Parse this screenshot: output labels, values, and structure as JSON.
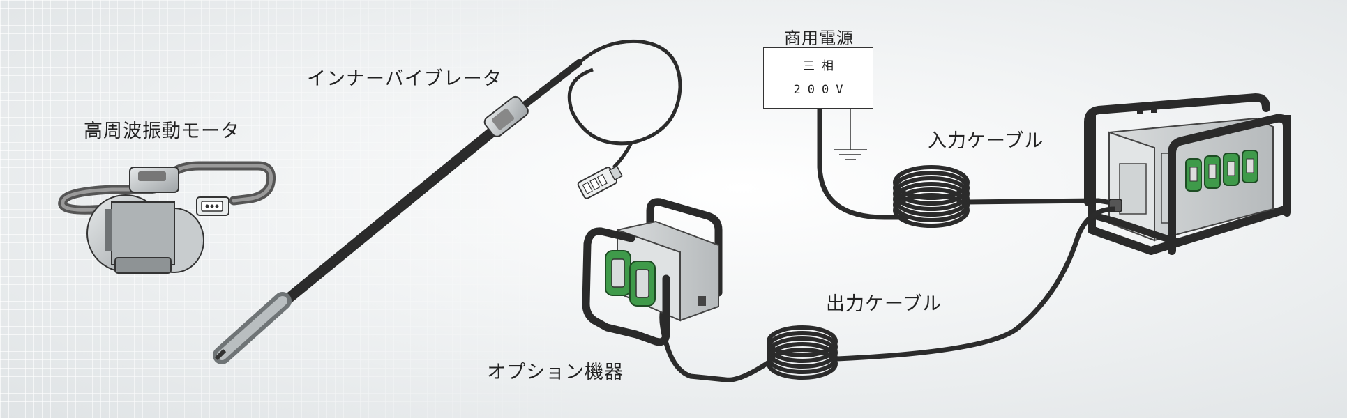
{
  "labels": {
    "vibration_motor": "高周波振動モータ",
    "inner_vibrator": "インナーバイブレータ",
    "commercial_power": "商用電源",
    "input_cable": "入力ケーブル",
    "output_cable": "出力ケーブル",
    "optional_equipment": "オプション機器"
  },
  "power_box": {
    "line1": "三相",
    "line2": "200V"
  },
  "colors": {
    "cable": "#2b2b2b",
    "socket_green": "#3f9a4a",
    "frame": "#2a2a2a",
    "metal": "#c9cdcf"
  }
}
